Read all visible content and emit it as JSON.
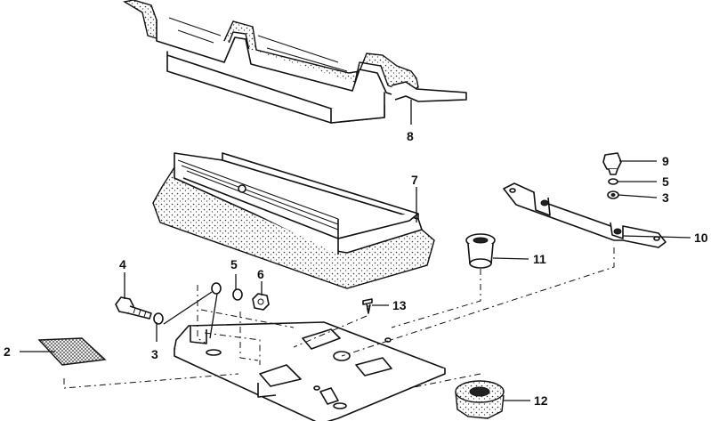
{
  "diagram": {
    "callouts": [
      "8",
      "7",
      "9",
      "5",
      "3",
      "10",
      "11",
      "4",
      "5",
      "6",
      "13",
      "2",
      "3",
      "12"
    ]
  }
}
